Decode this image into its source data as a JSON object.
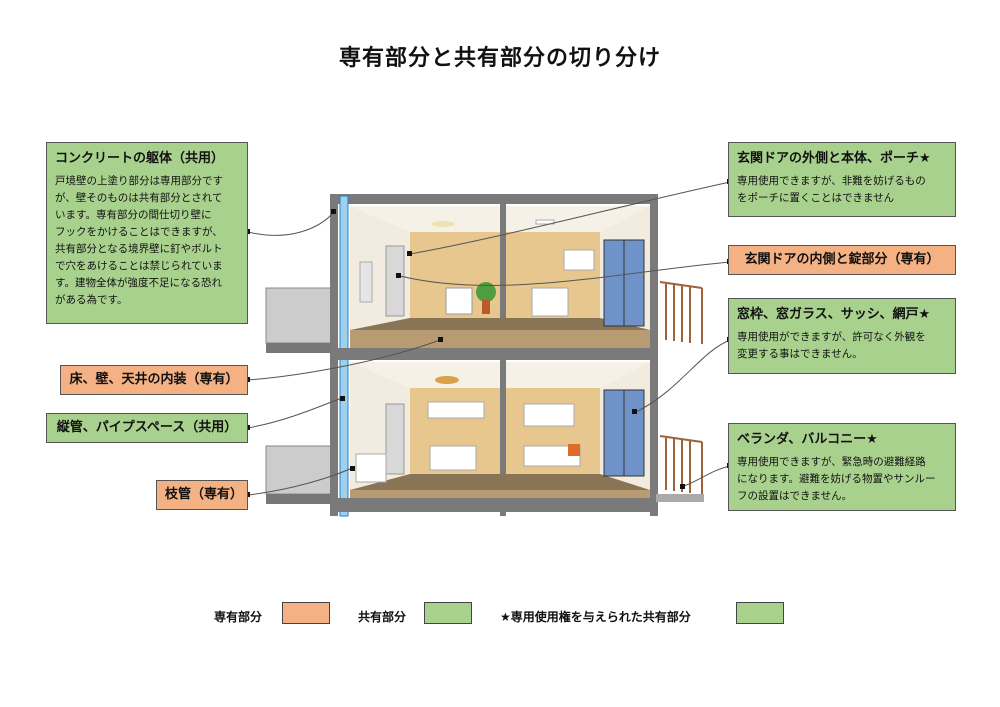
{
  "title": "専有部分と共有部分の切り分け",
  "colors": {
    "exclusive": "#f4b183",
    "common": "#a9d18e",
    "line": "#555555"
  },
  "left": {
    "concrete": {
      "heading": "コンクリートの躯体（共用）",
      "body": "戸境壁の上塗り部分は専用部分です\nが、壁そのものは共有部分とされて\nいます。専有部分の間仕切り壁に\nフックをかけることはできますが、\n共有部分となる境界壁に釘やボルト\nで穴をあけることは禁じられていま\nす。建物全体が強度不足になる恐れ\nがある為です。"
    },
    "interior": "床、壁、天井の内装（専有）",
    "pipe_space": "縦管、パイプスペース（共用）",
    "branch_pipe": "枝管（専有）"
  },
  "right": {
    "door_outer": {
      "heading": "玄関ドアの外側と本体、ポーチ★",
      "body": "専用使用できますが、非難を妨げるもの\nをポーチに置くことはできません"
    },
    "door_inner": "玄関ドアの内側と錠部分（専有）",
    "window": {
      "heading": "窓枠、窓ガラス、サッシ、網戸★",
      "body": "専用使用ができますが、許可なく外観を\n変更する事はできません。"
    },
    "veranda": {
      "heading": "ベランダ、バルコニー★",
      "body": "専用使用できますが、緊急時の避難経路\nになります。避難を妨げる物置やサンルー\nフの設置はできません。"
    }
  },
  "legend": {
    "exclusive": "専有部分",
    "common": "共有部分",
    "special": "★専用使用権を与えられた共有部分"
  }
}
